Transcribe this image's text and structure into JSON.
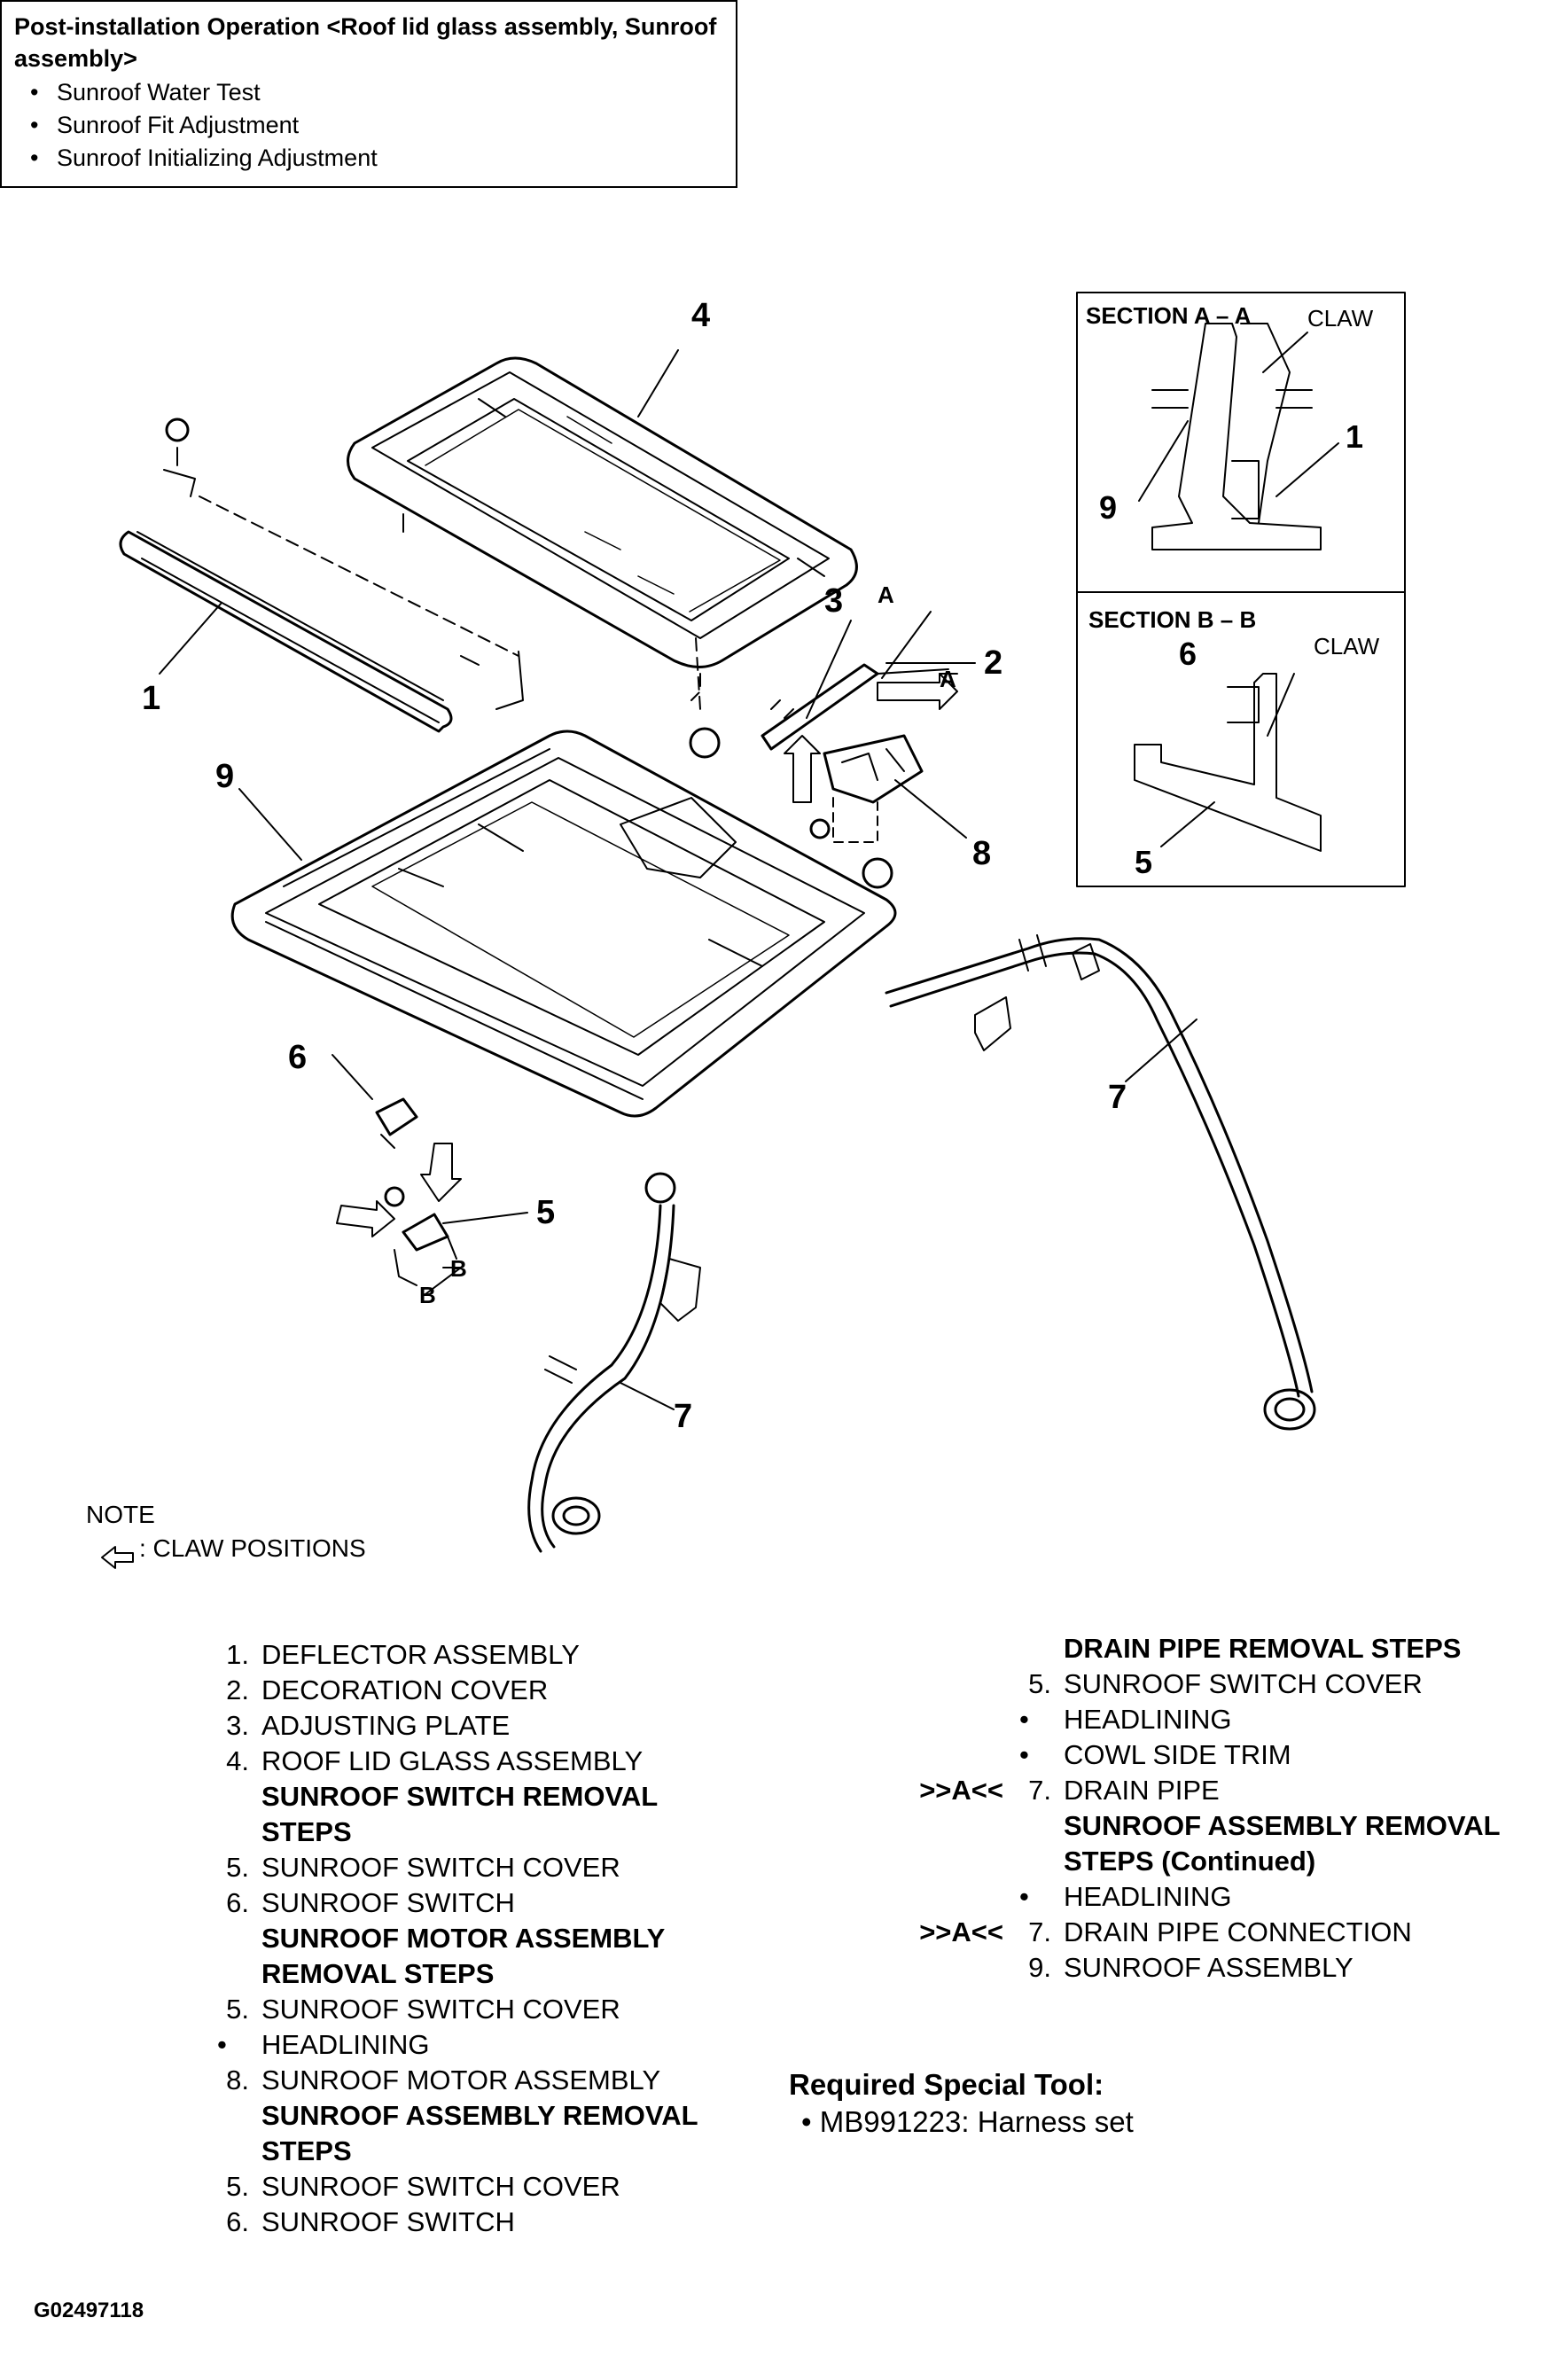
{
  "post_box": {
    "title": "Post-installation Operation <Roof lid glass assembly, Sunroof assembly>",
    "items": [
      "Sunroof Water Test",
      "Sunroof Fit Adjustment",
      "Sunroof Initializing Adjustment"
    ]
  },
  "callouts": {
    "c1": "1",
    "c1b": "1",
    "c2": "2",
    "c3": "3",
    "c4": "4",
    "c5": "5",
    "c5b": "5",
    "c6": "6",
    "c6b": "6",
    "c7a": "7",
    "c7b": "7",
    "c8": "8",
    "c9": "9",
    "c9b": "9",
    "arrowA1": "A",
    "arrowA2": "A",
    "arrowB1": "B",
    "arrowB2": "B"
  },
  "sections": {
    "aa_title": "SECTION A – A",
    "aa_claw": "CLAW",
    "bb_title": "SECTION B – B",
    "bb_claw": "CLAW"
  },
  "note": {
    "title": "NOTE",
    "text": ": CLAW POSITIONS"
  },
  "left_list": [
    {
      "num": "1.",
      "text": "DEFLECTOR ASSEMBLY"
    },
    {
      "num": "2.",
      "text": "DECORATION COVER"
    },
    {
      "num": "3.",
      "text": "ADJUSTING PLATE"
    },
    {
      "num": "4.",
      "text": "ROOF LID GLASS ASSEMBLY"
    },
    {
      "hdr": "SUNROOF SWITCH REMOVAL"
    },
    {
      "hdr": "STEPS"
    },
    {
      "num": "5.",
      "text": "SUNROOF SWITCH COVER"
    },
    {
      "num": "6.",
      "text": "SUNROOF SWITCH"
    },
    {
      "hdr": "SUNROOF MOTOR ASSEMBLY"
    },
    {
      "hdr": "REMOVAL STEPS"
    },
    {
      "num": "5.",
      "text": "SUNROOF SWITCH COVER"
    },
    {
      "bullet": "•",
      "text": "HEADLINING"
    },
    {
      "num": "8.",
      "text": "SUNROOF MOTOR ASSEMBLY"
    },
    {
      "hdr": "SUNROOF ASSEMBLY REMOVAL"
    },
    {
      "hdr": "STEPS"
    },
    {
      "num": "5.",
      "text": "SUNROOF SWITCH COVER"
    },
    {
      "num": "6.",
      "text": "SUNROOF SWITCH"
    }
  ],
  "right_list": [
    {
      "hdr": "DRAIN PIPE REMOVAL STEPS"
    },
    {
      "num": "5.",
      "text": "SUNROOF SWITCH COVER"
    },
    {
      "bullet": "•",
      "text": "HEADLINING"
    },
    {
      "bullet": "•",
      "text": "COWL SIDE TRIM"
    },
    {
      "pre": ">>A<<",
      "num": "7.",
      "text": "DRAIN PIPE"
    },
    {
      "hdr": "SUNROOF ASSEMBLY REMOVAL"
    },
    {
      "hdr": "STEPS (Continued)"
    },
    {
      "bullet": "•",
      "text": "HEADLINING"
    },
    {
      "pre": ">>A<<",
      "num": "7.",
      "text": "DRAIN PIPE CONNECTION"
    },
    {
      "num": "9.",
      "text": "SUNROOF ASSEMBLY"
    }
  ],
  "tool": {
    "title": "Required Special Tool:",
    "item": "MB991223: Harness set"
  },
  "code": "G02497118"
}
